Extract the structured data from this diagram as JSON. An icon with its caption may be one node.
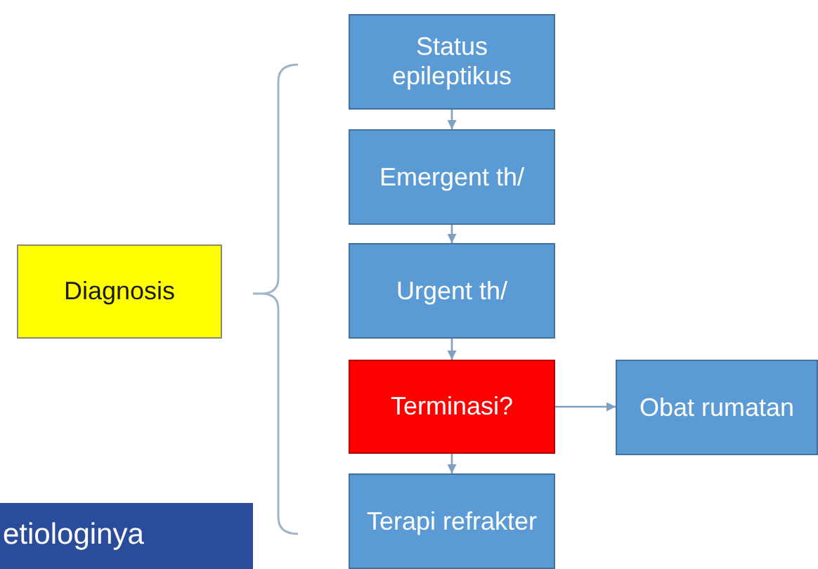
{
  "diagram": {
    "nodes": [
      {
        "text": [
          "Diagnosis"
        ]
      },
      {
        "text": [
          "Status epileptikus"
        ]
      },
      {
        "text": [
          "Emergent th/"
        ]
      },
      {
        "text": [
          "Urgent th/"
        ]
      },
      {
        "text": [
          "Terminasi?"
        ]
      },
      {
        "text": [
          "Terapi refrakter"
        ]
      },
      {
        "text": [
          "Obat rumatan"
        ]
      },
      {
        "text": [
          "etiologinya"
        ]
      }
    ],
    "edges": [
      {
        "from": 1,
        "to": 2,
        "arrow": "to"
      },
      {
        "from": 2,
        "to": 3,
        "arrow": "to"
      },
      {
        "from": 3,
        "to": 4,
        "arrow": "to"
      },
      {
        "from": 4,
        "to": 5,
        "arrow": "to"
      },
      {
        "from": 4,
        "to": 6,
        "arrow": "to"
      }
    ]
  }
}
